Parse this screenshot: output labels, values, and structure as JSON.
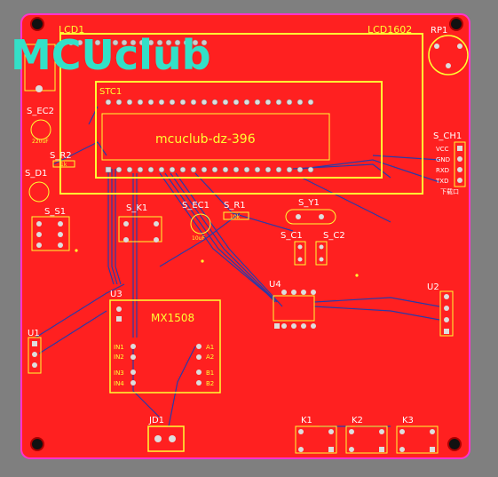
{
  "watermark": "MCUclub",
  "board_text": "mcuclub-dz-396",
  "labels": {
    "lcd": "LCD1602",
    "lcd_ref": "LCD1",
    "rp1": "RP1",
    "stc": "STC1",
    "s_ec2": "S_EC2",
    "s_r2": "S_R2",
    "s_d1": "S_D1",
    "s_s1": "S_S1",
    "s_k1": "S_K1",
    "s_ec1": "S_EC1",
    "s_r1": "S_R1",
    "s_y1": "S_Y1",
    "s_c1": "S_C1",
    "s_c2": "S_C2",
    "s_ch1": "S_CH1",
    "u1": "U1",
    "u2": "U2",
    "u3": "U3",
    "u4": "U4",
    "mx": "MX1508",
    "in1": "IN1",
    "in2": "IN2",
    "in3": "IN3",
    "in4": "IN4",
    "a1": "A1",
    "a2": "A2",
    "b1": "B1",
    "b2": "B2",
    "jd1": "JD1",
    "k1": "K1",
    "k2": "K2",
    "k3": "K3",
    "vcc": "VCC",
    "gnd": "GND",
    "rxd": "RXD",
    "txd": "TXD",
    "port": "下载口",
    "ec2_val": "220uF",
    "r2_val": "1k",
    "r1_val": "10k",
    "ec1_val": "10uF"
  },
  "colors": {
    "board": "#ff2020",
    "background": "#7f7f7f",
    "silk": "#ffff33",
    "trace": "#2a3aa8",
    "outline": "#ff33cc"
  }
}
